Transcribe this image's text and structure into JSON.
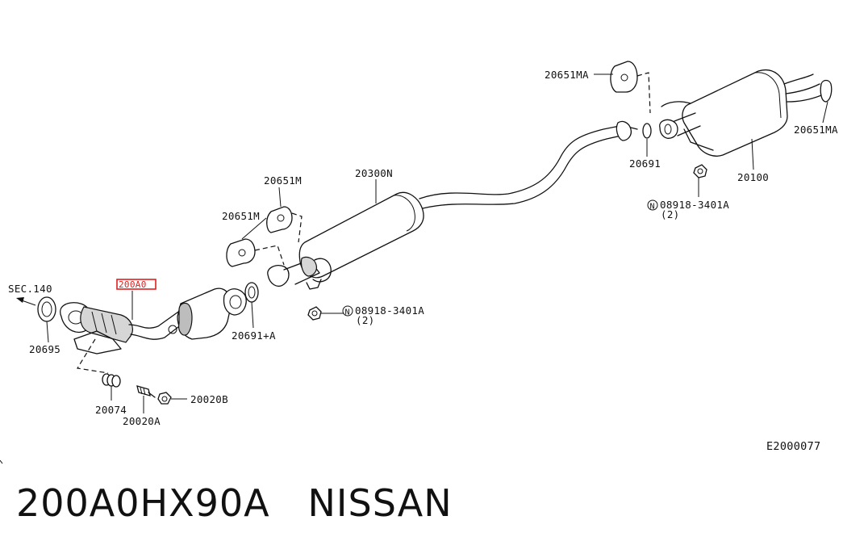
{
  "diagram": {
    "code": "E2000077",
    "highlight_color": "#e02020",
    "labels": {
      "sec140": "SEC.140",
      "p200A0": "200A0",
      "p20695": "20695",
      "p20074": "20074",
      "p20020A": "20020A",
      "p20020B": "20020B",
      "p20691A": "20691+A",
      "p20651M_1": "20651M",
      "p20651M_2": "20651M",
      "p20300N": "20300N",
      "nut1_code": "08918-3401A",
      "nut1_qty": "(2)",
      "nut2_code": "08918-3401A",
      "nut2_qty": "(2)",
      "n_symbol": "N",
      "p20651MA_1": "20651MA",
      "p20651MA_2": "20651MA",
      "p20691": "20691",
      "p20100": "20100"
    }
  },
  "footer": {
    "part_number": "200A0HX90A",
    "brand": "NISSAN",
    "separator": "   "
  }
}
